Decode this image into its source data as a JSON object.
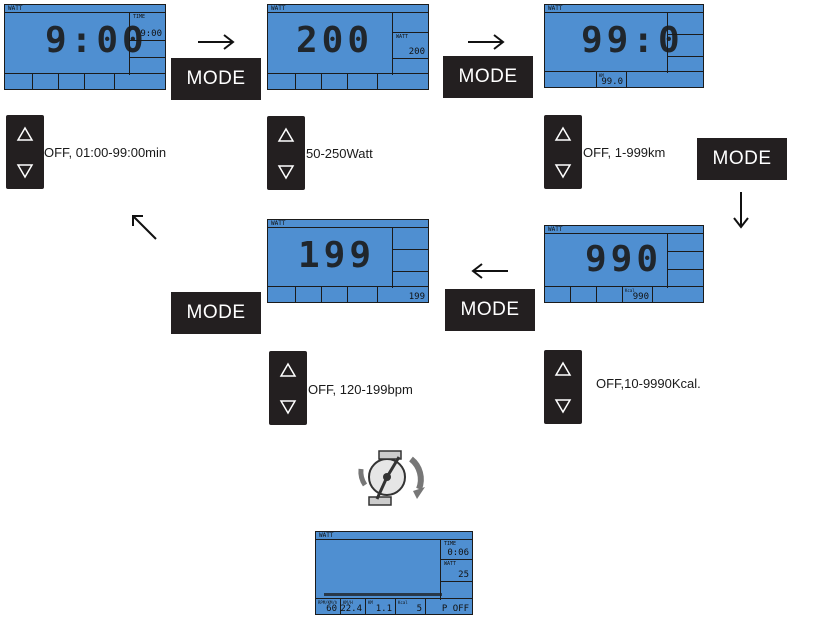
{
  "panels": {
    "time": {
      "header": "WATT",
      "main": "9:00",
      "side_label": "TIME",
      "side_value": "9:00"
    },
    "watt": {
      "header": "WATT",
      "main": "200",
      "side_label": "WATT",
      "side_value": "200"
    },
    "dist": {
      "header": "WATT",
      "main": "99:0",
      "bottom_label": "KM",
      "bottom_value": "99.0"
    },
    "cal": {
      "header": "WATT",
      "main": "990",
      "bottom_label": "Kcal",
      "bottom_value": "990"
    },
    "pulse": {
      "header": "WATT",
      "main": "199",
      "bottom_value": "199"
    },
    "summary": {
      "header": "WATT",
      "time_label": "TIME",
      "time_value": "0:06",
      "watt_label": "WATT",
      "watt_value": "25",
      "rpm_label": "RPM/KM/h",
      "rpm_value": "60",
      "kmh_label": "KM/H",
      "kmh_value": "22.4",
      "km_label": "KM",
      "km_value": "1.1",
      "kcal_label": "Kcal",
      "kcal_value": "5",
      "pulse_label": "P",
      "pulse_value": "P  OFF"
    }
  },
  "mode_label": "MODE",
  "ranges": {
    "time": "OFF, 01:00-99:00min",
    "watt": "50-250Watt",
    "dist": "OFF, 1-999km",
    "cal": "OFF,10-9990Kcal.",
    "pulse": "OFF, 120-199bpm"
  },
  "icons": {
    "up": "triangle-up-icon",
    "down": "triangle-down-icon",
    "pedal": "pedal-rotation-icon"
  }
}
